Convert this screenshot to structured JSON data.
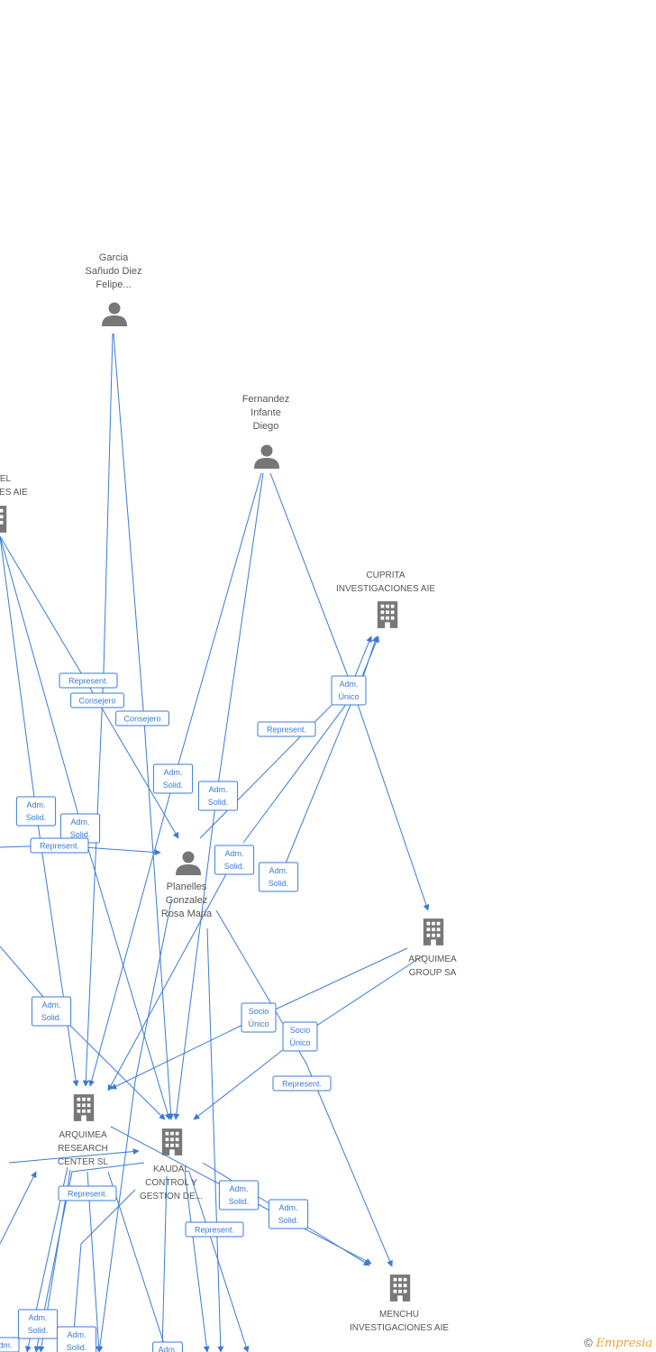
{
  "nodes": [
    {
      "id": "garcia",
      "type": "person",
      "label": [
        "Garcia",
        "Sañudo Diez",
        "Felipe..."
      ]
    },
    {
      "id": "fernandez",
      "type": "person",
      "label": [
        "Fernandez",
        "Infante",
        "Diego"
      ]
    },
    {
      "id": "planelles",
      "type": "person",
      "label": [
        "Planelles",
        "Gonzalez",
        "Rosa Maria"
      ]
    },
    {
      "id": "topleft",
      "type": "company",
      "label": [
        "EL",
        "IONES AIE"
      ]
    },
    {
      "id": "cuprita",
      "type": "company",
      "label": [
        "CUPRITA",
        "INVESTIGACIONES AIE"
      ]
    },
    {
      "id": "arqgroup",
      "type": "company",
      "label": [
        "ARQUIMEA",
        "GROUP SA"
      ]
    },
    {
      "id": "arqresearch",
      "type": "company",
      "label": [
        "ARQUIMEA",
        "RESEARCH",
        "CENTER  SL"
      ]
    },
    {
      "id": "kaudal",
      "type": "company",
      "label": [
        "KAUDAL",
        "CONTROL Y",
        "GESTION DE..."
      ]
    },
    {
      "id": "menchu",
      "type": "company",
      "label": [
        "MENCHU",
        "INVESTIGACIONES AIE"
      ]
    }
  ],
  "edge_labels": [
    [
      "Represent."
    ],
    [
      "Consejero"
    ],
    [
      "Consejero"
    ],
    [
      "Represent."
    ],
    [
      "Adm.",
      "Único"
    ],
    [
      "Adm.",
      "Solid."
    ],
    [
      "Adm.",
      "Solid."
    ],
    [
      "Adm.",
      "Solid."
    ],
    [
      "Adm.",
      "Solid."
    ],
    [
      "Adm.",
      "Solid."
    ],
    [
      "Represent."
    ],
    [
      "Adm.",
      "Solid."
    ],
    [
      "Adm.",
      "Solid."
    ],
    [
      "Socio",
      "Único"
    ],
    [
      "Socio",
      "Único"
    ],
    [
      "Represent."
    ],
    [
      "Represent."
    ],
    [
      "Adm.",
      "Solid."
    ],
    [
      "Adm.",
      "Solid."
    ],
    [
      "Represent."
    ],
    [
      "Adm.",
      "Solid."
    ],
    [
      "Adm.",
      "Solid."
    ],
    [
      "Adm."
    ],
    [
      "dm."
    ]
  ],
  "footer": {
    "copyright": "©",
    "brand": "Empresia"
  }
}
